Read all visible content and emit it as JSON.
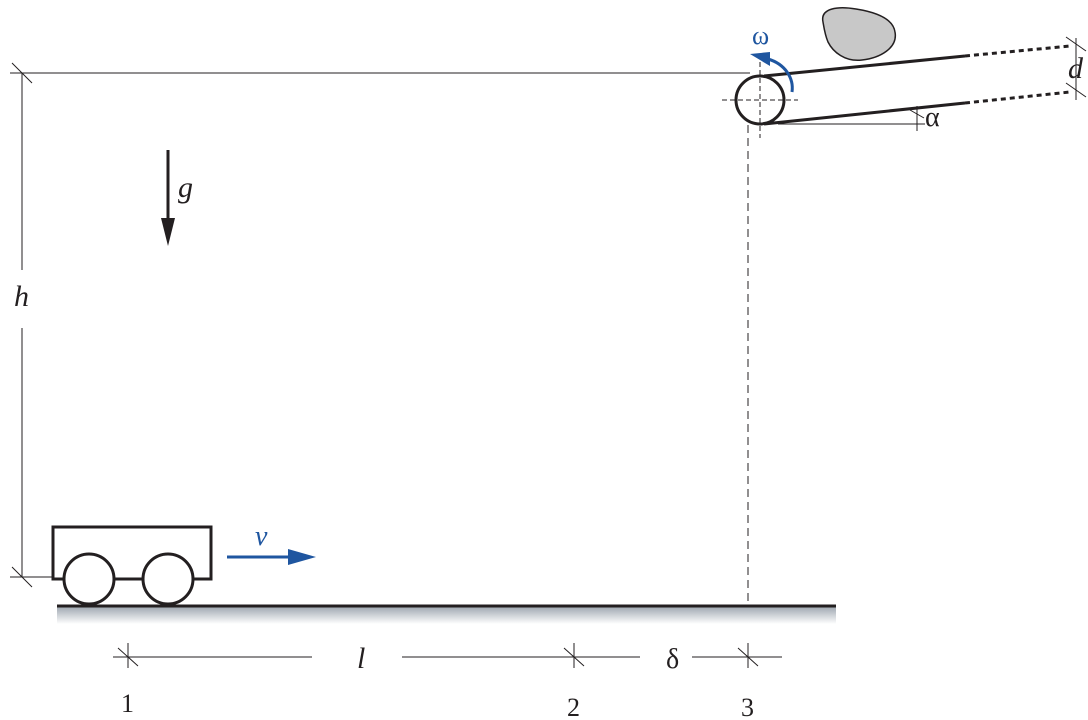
{
  "labels": {
    "height": "h",
    "gravity": "g",
    "cart_velocity": "v",
    "distance_l": "l",
    "distance_delta": "δ",
    "angular_velocity": "ω",
    "incline_angle": "α",
    "belt_thickness": "d",
    "point_1": "1",
    "point_2": "2",
    "point_3": "3"
  },
  "colors": {
    "ink": "#231f20",
    "accent_blue": "#1f56a0",
    "stone_fill": "#c8c8c8",
    "ground_shadow": "#c7ccd3"
  }
}
